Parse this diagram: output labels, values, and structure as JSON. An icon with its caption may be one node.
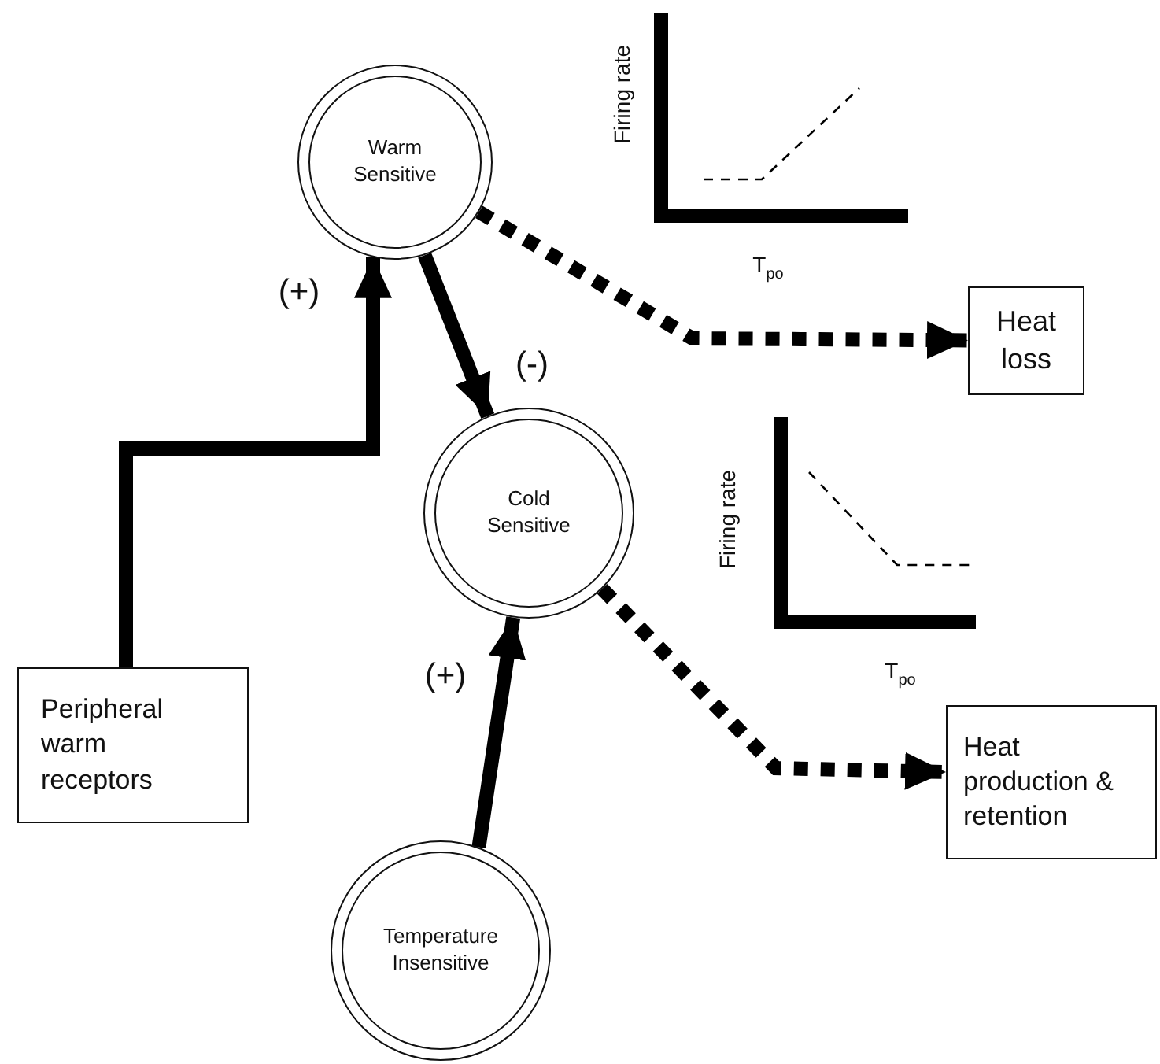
{
  "diagram": {
    "nodes": [
      {
        "text": [
          "Warm Sensitive"
        ]
      },
      {
        "text": [
          "Heat loss"
        ]
      },
      {
        "text": [
          "Cold Sensitive"
        ]
      },
      {
        "text": [
          "Peripheral warm receptors"
        ]
      },
      {
        "text": [
          "Temperature Insensitive"
        ]
      },
      {
        "text": [
          "Heat production & retention"
        ]
      }
    ],
    "edges": [
      {
        "from": 0,
        "to": 1,
        "arrow": "to",
        "style": "dashed"
      },
      {
        "from": 0,
        "to": 2,
        "arrow": "to",
        "label": "(-)"
      },
      {
        "from": 3,
        "to": 0,
        "arrow": "to",
        "label": "(+)"
      },
      {
        "from": 4,
        "to": 2,
        "arrow": "to",
        "label": "(+)"
      },
      {
        "from": 2,
        "to": 5,
        "arrow": "to",
        "style": "dashed"
      }
    ],
    "labels": [
      "Firing rate",
      "T$_{po}$",
      "Firing rate",
      "T$_{po}$"
    ]
  }
}
